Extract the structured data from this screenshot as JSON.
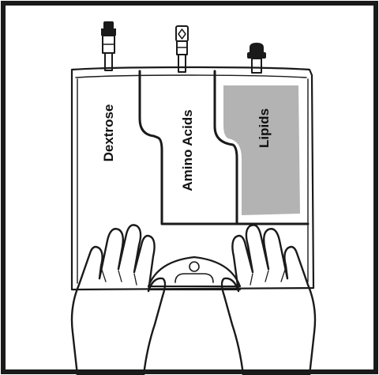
{
  "bag": {
    "chambers": [
      {
        "id": "dextrose",
        "label": "Dextrose"
      },
      {
        "id": "amino-acids",
        "label": "Amino Acids"
      },
      {
        "id": "lipids",
        "label": "Lipids"
      }
    ]
  },
  "colors": {
    "frame": "#1a1a1a",
    "lipid_fill": "#b3b3b3",
    "background": "#ffffff"
  },
  "icons": [
    "frame-border",
    "iv-bag",
    "port-cap-icon",
    "hand-icon",
    "seal-handle-icon"
  ]
}
